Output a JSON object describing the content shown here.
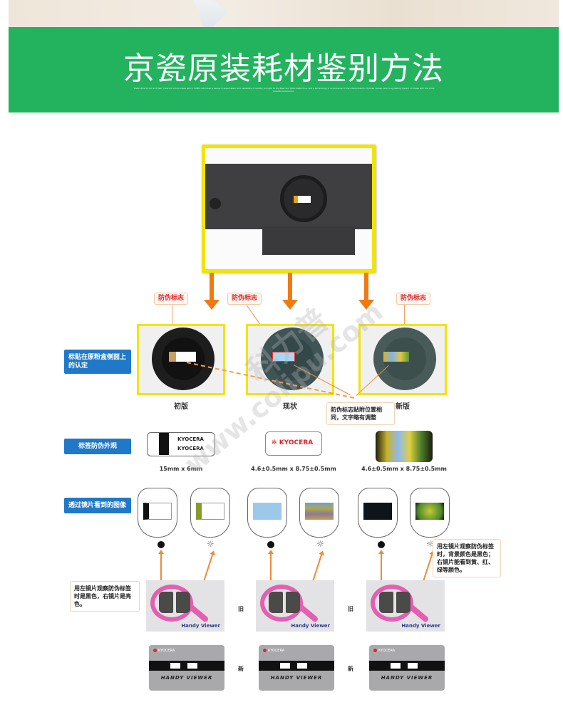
{
  "banner": {
    "title": "京瓷原装耗材鉴别方法",
    "subtitle": "\"Distinctive to Act and Feel\" refers to a true value which fulfills individual a sense of expectation and capability of quality, brought to the Best and Most distinctive, and a technology in accordance to the interpretation of those values, with long-lasting impact on those with the most possible excellence."
  },
  "callout_labels": [
    "防伪标志",
    "防伪标志",
    "防伪标志"
  ],
  "side_tags": {
    "row1": "标贴在原粉盒侧面上的认定",
    "row2": "标签防伪外观",
    "row3": "透过镜片看到的图像"
  },
  "versions": [
    {
      "caption": "初版",
      "sticker_dim": "15mm x 6mm"
    },
    {
      "caption": "现状",
      "sticker_dim": "4.6±0.5mm x 8.75±0.5mm"
    },
    {
      "caption": "新版",
      "sticker_dim": "4.6±0.5mm x 8.75±0.5mm"
    }
  ],
  "notes": {
    "position_note": "防伪标志贴附位置相同，文字略有调整",
    "right_lens_note": "用左镜片观察防伪标签时，背景颜色是黑色；右镜片能看到黄、红、绿等颜色。",
    "left_lens_note": "用左镜片观察防伪标签时是黑色，右镜片是亮色。"
  },
  "sticker_brand": "KYOCERA",
  "viewer_brand": "Handy Viewer",
  "card_name": "HANDY VIEWER",
  "separators": {
    "old": "旧",
    "new": "新"
  },
  "watermark": {
    "cn": "科力普",
    "url": "www.colipu.com"
  }
}
